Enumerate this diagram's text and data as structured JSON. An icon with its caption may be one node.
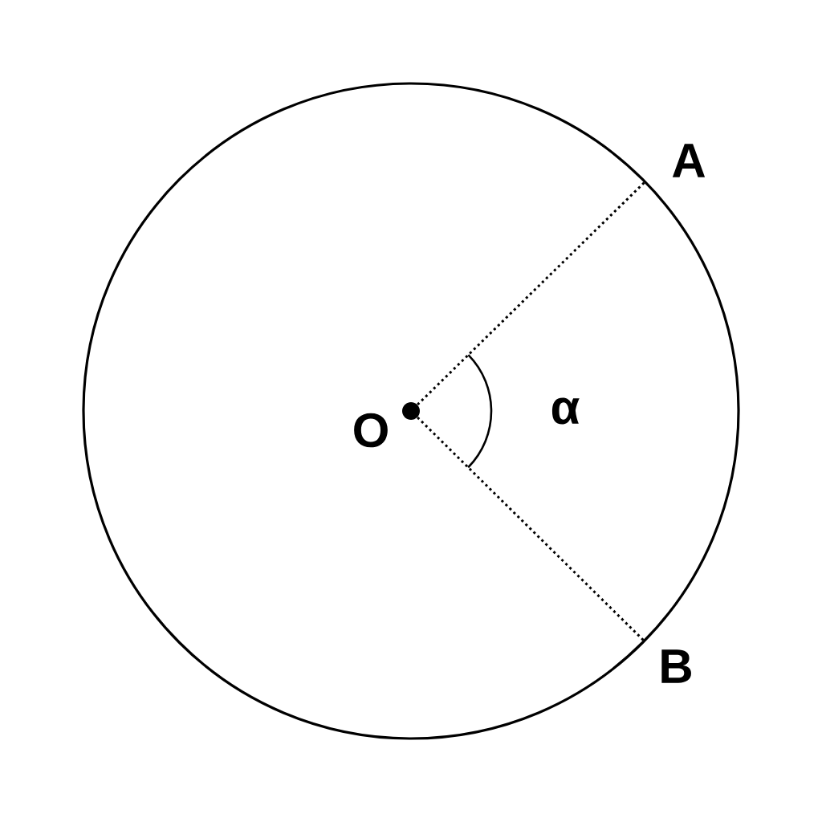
{
  "diagram": {
    "nodes": [
      {
        "text": [
          "O"
        ]
      },
      {
        "text": [
          "A"
        ]
      },
      {
        "text": [
          "B"
        ]
      }
    ],
    "edges": [
      {
        "from": 0,
        "to": 1,
        "arrow": "none"
      },
      {
        "from": 0,
        "to": 2,
        "arrow": "none"
      }
    ],
    "labels": [
      "α"
    ]
  }
}
